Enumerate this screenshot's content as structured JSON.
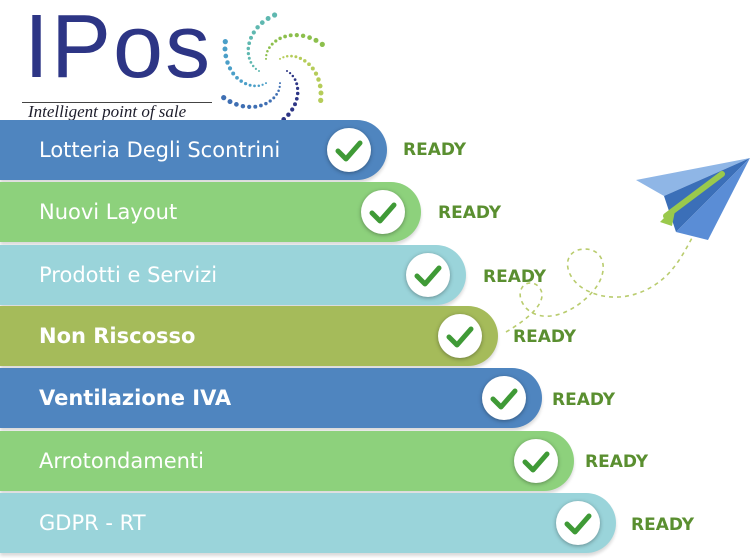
{
  "logo": {
    "wordmark": "IPos",
    "tagline": "Intelligent point of sale"
  },
  "colors": {
    "dark_blue": "#4f85bf",
    "green": "#8dd17c",
    "light_teal": "#9ad4da",
    "olive": "#a5bb5a",
    "ready_text": "#5a8f30",
    "check": "#3f9a36"
  },
  "features": [
    {
      "label": "Lotteria Degli Scontrini",
      "status": "READY",
      "color": "dark_blue",
      "bold": false
    },
    {
      "label": "Nuovi Layout",
      "status": "READY",
      "color": "green",
      "bold": false
    },
    {
      "label": "Prodotti e Servizi",
      "status": "READY",
      "color": "light_teal",
      "bold": false
    },
    {
      "label": "Non Riscosso",
      "status": "READY",
      "color": "olive",
      "bold": true
    },
    {
      "label": "Ventilazione IVA",
      "status": "READY",
      "color": "dark_blue",
      "bold": true
    },
    {
      "label": "Arrotondamenti",
      "status": "READY",
      "color": "green",
      "bold": false
    },
    {
      "label": "GDPR - RT",
      "status": "READY",
      "color": "light_teal",
      "bold": false
    }
  ],
  "decor": {
    "icon": "paper-plane-icon",
    "check_icon": "check-mark-icon",
    "logo_icon": "dotted-swirl-icon"
  }
}
